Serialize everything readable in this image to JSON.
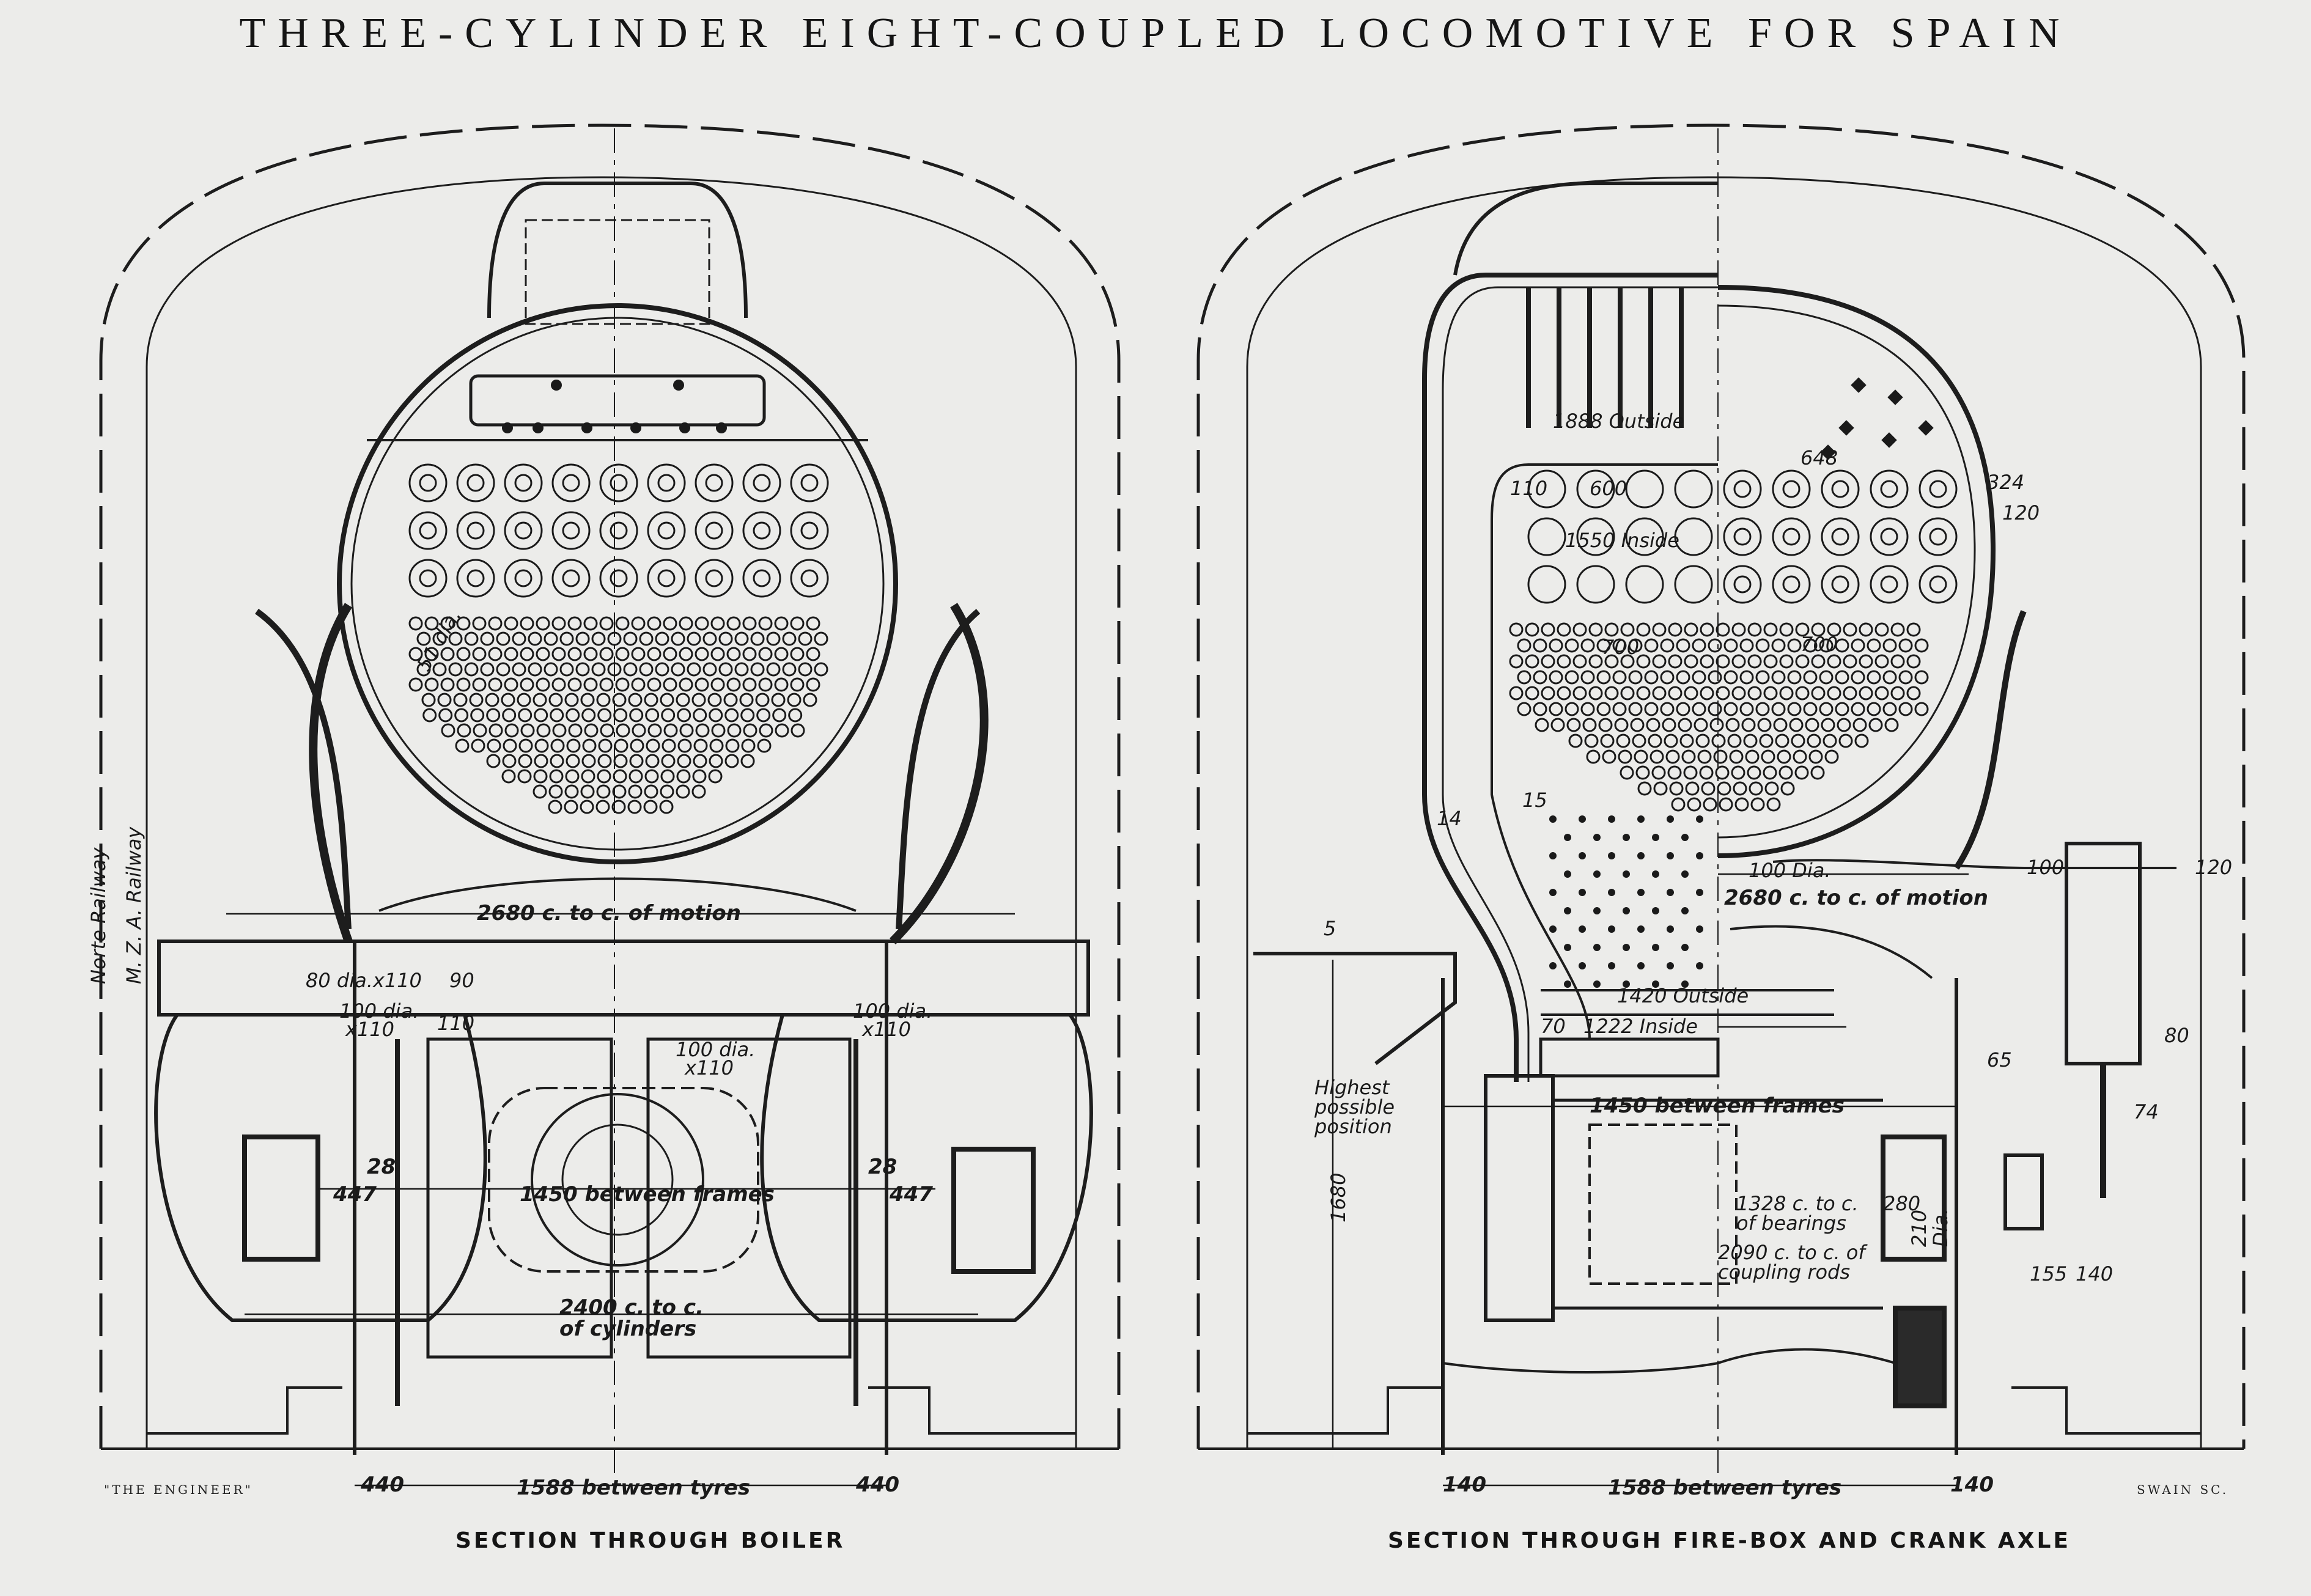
{
  "title": "THREE-CYLINDER EIGHT-COUPLED LOCOMOTIVE FOR SPAIN",
  "captions": {
    "left": "SECTION THROUGH BOILER",
    "right": "SECTION THROUGH FIRE-BOX AND CRANK AXLE"
  },
  "credits": {
    "source": "\"THE ENGINEER\"",
    "engraver": "SWAIN SC."
  },
  "railways": [
    "Norte Railway",
    "M. Z. A. Railway"
  ],
  "left_dims": {
    "motion": "2680 c. to c. of motion",
    "d80": "80 dia.x110",
    "v90": "90",
    "v110": "110",
    "d100l": "100 dia.",
    "x110l": "x110",
    "d100m": "100 dia.",
    "x110m": "x110",
    "d100r": "100 dia.",
    "x110r": "x110",
    "v28l": "28",
    "v28r": "28",
    "v447l": "447",
    "v447r": "447",
    "frames": "1450 between frames",
    "cyl1": "2400 c. to c.",
    "cyl2": "of cylinders",
    "tube": "51 dia.",
    "t440l": "440",
    "tyres": "1588 between tyres",
    "t440r": "440"
  },
  "right_dims": {
    "o1888": "1888 Outside",
    "v648": "648",
    "v110": "110",
    "v600": "600",
    "v324": "324",
    "v120a": "120",
    "i1550": "1550 Inside",
    "v700a": "700",
    "v700b": "700",
    "v14": "14",
    "v15": "15",
    "d100": "100 Dia.",
    "v100": "100",
    "v120b": "120",
    "motion": "2680 c. to c. of motion",
    "v5": "5",
    "o1420": "1420 Outside",
    "v70": "70",
    "i1222": "1222 Inside",
    "high1": "Highest",
    "high2": "possible",
    "high3": "position",
    "frames": "1450 between frames",
    "v1680": "1680",
    "v65": "65",
    "v80": "80",
    "v74": "74",
    "b1": "1328 c. to c.",
    "b2": "of bearings",
    "c1": "2090 c. to c. of",
    "c2": "coupling rods",
    "v280": "280",
    "v210": "210",
    "d210": "Dia.",
    "v155": "155",
    "v140": "140",
    "t140l": "140",
    "tyres": "1588 between tyres",
    "t140r": "140"
  }
}
